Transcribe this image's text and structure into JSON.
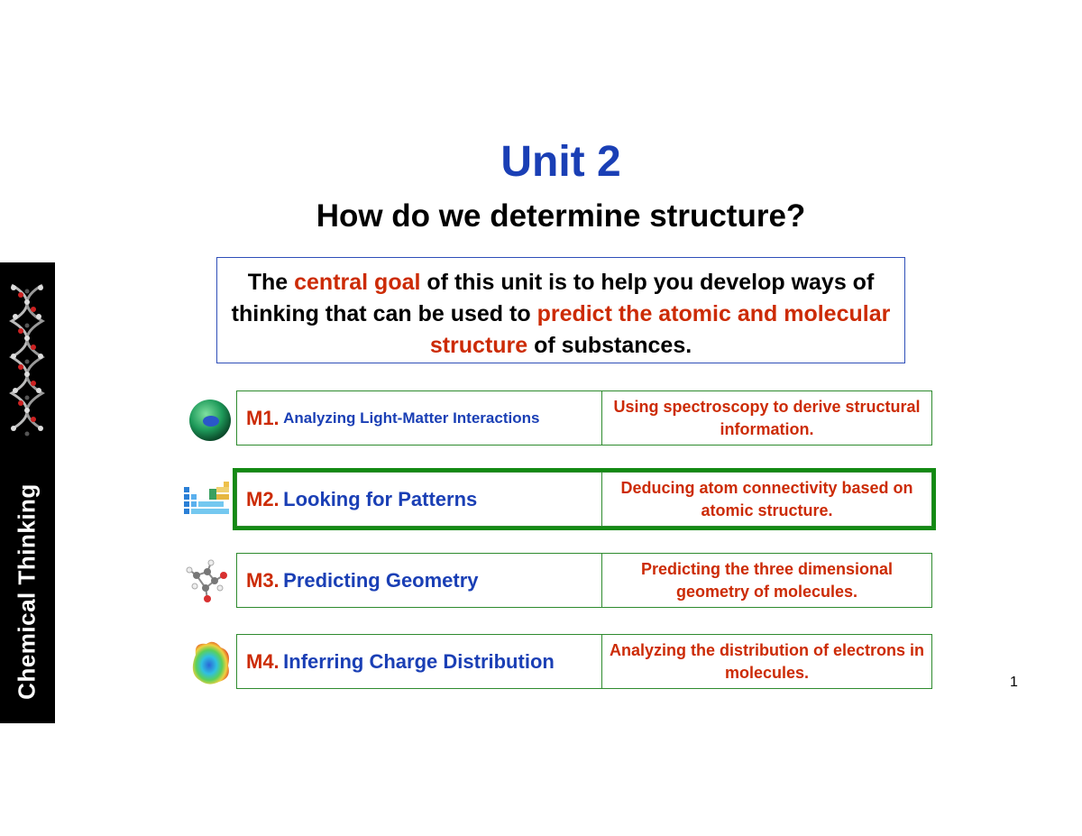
{
  "sidebar": {
    "brand": "Chemical Thinking"
  },
  "slide": {
    "title": "Unit 2",
    "subtitle": "How do we determine structure?",
    "goal": {
      "p1": "The ",
      "p2": "central goal",
      "p3": " of this unit is to help you develop ways of thinking that can be used to ",
      "p4": "predict the atomic and molecular structure",
      "p5": " of substances."
    },
    "modules": [
      {
        "num": "M1.",
        "name": "Analyzing Light-Matter Interactions",
        "desc": "Using spectroscopy to derive structural information.",
        "icon": "green-sphere-icon"
      },
      {
        "num": "M2.",
        "name": "Looking for Patterns",
        "desc": "Deducing atom connectivity based on atomic structure.",
        "icon": "periodic-table-icon"
      },
      {
        "num": "M3.",
        "name": "Predicting Geometry",
        "desc": "Predicting the three dimensional geometry of molecules.",
        "icon": "molecule-model-icon"
      },
      {
        "num": "M4.",
        "name": "Inferring Charge Distribution",
        "desc": "Analyzing the distribution of electrons in molecules.",
        "icon": "charge-map-icon"
      }
    ],
    "page_number": "1"
  },
  "colors": {
    "title_blue": "#1a3fb5",
    "accent_red": "#cc2b05",
    "border_green": "#2e8b2e",
    "highlight_green": "#138a13",
    "sidebar_black": "#000000"
  }
}
